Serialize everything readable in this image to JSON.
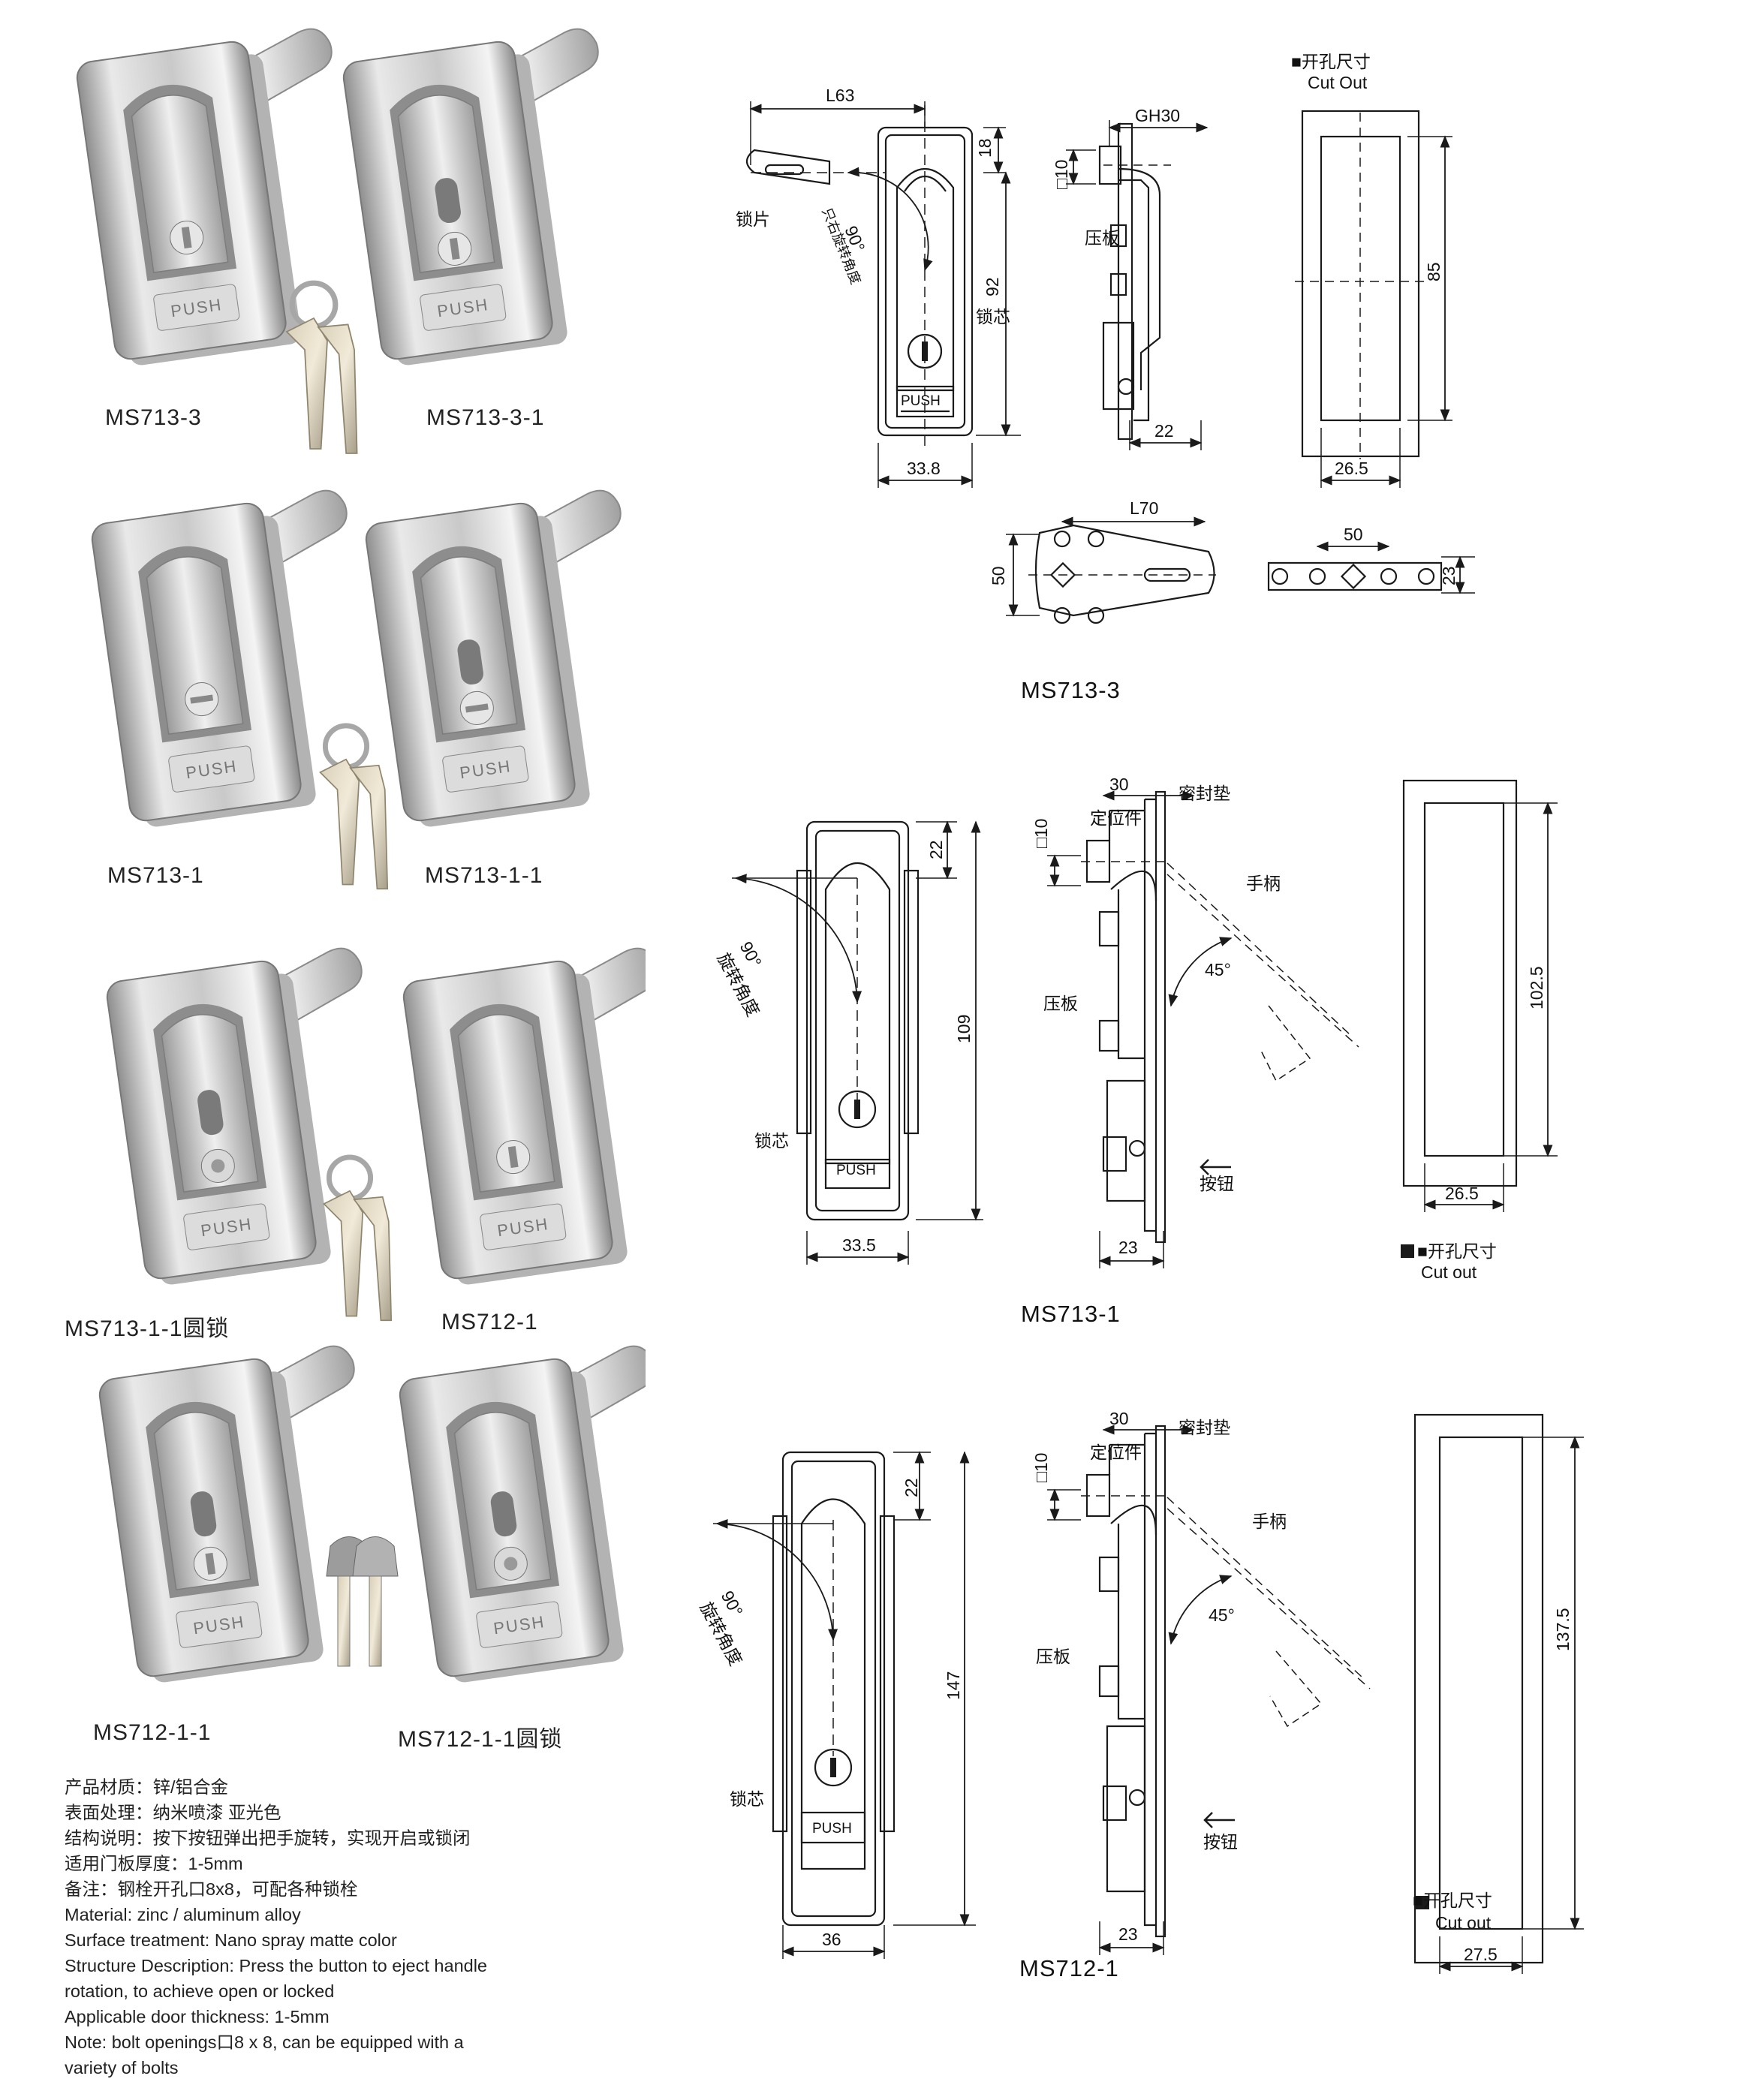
{
  "product_labels": {
    "ms713_3": "MS713-3",
    "ms713_3_1": "MS713-3-1",
    "ms713_1": "MS713-1",
    "ms713_1_1": "MS713-1-1",
    "ms713_1_1_round": "MS713-1-1圆锁",
    "ms712_1": "MS712-1",
    "ms712_1_1": "MS712-1-1",
    "ms712_1_1_round": "MS712-1-1圆锁"
  },
  "push_label": "PUSH",
  "diagram_labels": {
    "d1": "MS713-3",
    "d2": "MS713-1",
    "d3": "MS712-1"
  },
  "cutout": {
    "zh": "■开孔尺寸",
    "en_top": "Cut Out",
    "en": "Cut out"
  },
  "parts": {
    "lock_tab": "锁片",
    "lock_core": "锁芯",
    "press_plate": "压板",
    "seal": "密封垫",
    "locator": "定位件",
    "handle": "手柄",
    "button": "按钮",
    "rotation_zh": "旋转角度",
    "rotation_right": "只右旋转角度"
  },
  "dims": {
    "d1": {
      "L63": "L63",
      "h18": "18",
      "h92": "92",
      "w33_8": "33.8",
      "gh30": "GH30",
      "sq10": "□10",
      "w22": "22",
      "h85": "85",
      "w26_5": "26.5",
      "L70": "L70",
      "h50": "50",
      "w50": "50",
      "h23": "23",
      "deg90": "90°"
    },
    "d2": {
      "w30": "30",
      "sq10": "□10",
      "h22": "22",
      "h109": "109",
      "w33_5": "33.5",
      "w23": "23",
      "deg45": "45°",
      "deg90": "90°",
      "h102_5": "102.5",
      "w26_5": "26.5"
    },
    "d3": {
      "w30": "30",
      "sq10": "□10",
      "h22": "22",
      "h147": "147",
      "w36": "36",
      "w23": "23",
      "deg45": "45°",
      "deg90": "90°",
      "h137_5": "137.5",
      "w27_5": "27.5"
    }
  },
  "specs": {
    "zh_material": "产品材质：锌/铝合金",
    "zh_surface": "表面处理：纳米喷漆 亚光色",
    "zh_structure": "结构说明：按下按钮弹出把手旋转，实现开启或锁闭",
    "zh_thickness": "适用门板厚度：1-5mm",
    "zh_note": "备注：钢栓开孔口8x8，可配各种锁栓",
    "en_material": "Material: zinc / aluminum alloy",
    "en_surface": "Surface treatment: Nano spray matte color",
    "en_structure_1": "Structure Description: Press the button to eject handle",
    "en_structure_2": "rotation, to achieve open or locked",
    "en_thickness": "Applicable door thickness: 1-5mm",
    "en_note_1": "Note: bolt openings口8 x 8, can be equipped with a",
    "en_note_2": "variety of bolts"
  },
  "colors": {
    "metal_light": "#ececec",
    "metal_mid": "#bdbdbd",
    "metal_dark": "#7e7e7e",
    "line": "#1a1a1a"
  }
}
